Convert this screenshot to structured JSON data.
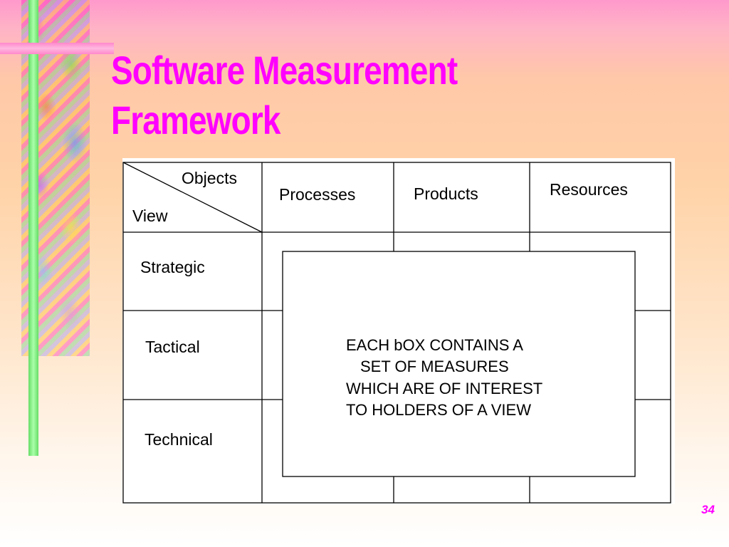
{
  "slide": {
    "title_line1": "Software Measurement",
    "title_line2": "Framework",
    "page_number": "34"
  },
  "table": {
    "corner_top": "Objects",
    "corner_bottom": "View",
    "columns": [
      "Processes",
      "Products",
      "Resources"
    ],
    "rows": [
      "Strategic",
      "Tactical",
      "Technical"
    ]
  },
  "note": {
    "lines": [
      "EACH bOX CONTAINS A",
      "SET OF MEASURES",
      "WHICH ARE OF INTEREST",
      "TO HOLDERS OF A VIEW"
    ]
  },
  "colors": {
    "title": "#ff00ff",
    "accent_green": "#66dd66",
    "accent_pink": "#ff88cc"
  }
}
